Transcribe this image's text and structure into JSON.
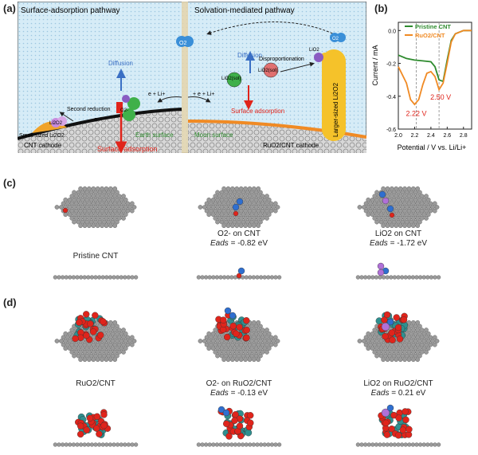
{
  "panel_labels": {
    "a": "(a)",
    "b": "(b)",
    "c": "(c)",
    "d": "(d)"
  },
  "panel_a": {
    "left_title": "Surface-adsorption pathway",
    "right_title": "Solvation-mediated pathway",
    "diffusion_left": "Diffusion",
    "diffusion_right": "Diffusion",
    "disproportionation": "Disproportionation",
    "second_reduction": "Second reduction",
    "small_li2o2": "Small-sized Li2O2",
    "larger_li2o2": "Larger-sized Li2O2",
    "cnt_cathode": "CNT cathode",
    "ruo2_cathode": "RuO2/CNT cathode",
    "earth_surface": "Earth surface",
    "moon_surface": "Moon surface",
    "surface_adsorption_left": "Surface  adsorption",
    "surface_adsorption_right": "Surface  adsorption",
    "o2_label": "O2",
    "o2_minus": "O2-",
    "lio2_label": "LiO2",
    "lio2_sol": "LiO2(sol)",
    "e_minus": "e",
    "electron_li_left": "e + Li+",
    "electron_li_right": "+ e + Li+",
    "li2o2_small": "Li2O2",
    "colors": {
      "green": "#2e8b2e",
      "red": "#e0241b",
      "blue": "#3a6fc4",
      "orange": "#f0a32a"
    }
  },
  "chart_data": {
    "type": "line",
    "title": "",
    "xlabel": "Potential / V vs. Li/Li+",
    "ylabel": "Current / mA",
    "xlim": [
      2.0,
      2.9
    ],
    "ylim": [
      -0.6,
      0.05
    ],
    "xticks": [
      "2.0",
      "2.2",
      "2.4",
      "2.6",
      "2.8"
    ],
    "yticks": [
      "0.0",
      "-0.2",
      "-0.4",
      "-0.6"
    ],
    "legend_position": "top-right",
    "series": [
      {
        "name": "Pristine CNT",
        "color": "#2e8b2e",
        "x": [
          2.0,
          2.1,
          2.2,
          2.3,
          2.4,
          2.45,
          2.5,
          2.55,
          2.6,
          2.65,
          2.7,
          2.8,
          2.9
        ],
        "y": [
          -0.15,
          -0.17,
          -0.18,
          -0.185,
          -0.19,
          -0.22,
          -0.3,
          -0.31,
          -0.18,
          -0.06,
          -0.02,
          0.0,
          0.0
        ]
      },
      {
        "name": "RuO2/CNT",
        "color": "#f08a24",
        "x": [
          2.0,
          2.1,
          2.15,
          2.2,
          2.25,
          2.3,
          2.35,
          2.4,
          2.45,
          2.5,
          2.55,
          2.6,
          2.65,
          2.7,
          2.8,
          2.9
        ],
        "y": [
          -0.22,
          -0.32,
          -0.42,
          -0.45,
          -0.42,
          -0.33,
          -0.26,
          -0.25,
          -0.28,
          -0.36,
          -0.32,
          -0.2,
          -0.07,
          -0.02,
          0.0,
          0.0
        ]
      }
    ],
    "annotations": [
      "2.22 V",
      "2.50 V"
    ],
    "dashed_lines_x": [
      2.22,
      2.5
    ]
  },
  "panel_c": {
    "captions": [
      {
        "line1": "Pristine CNT",
        "line2": ""
      },
      {
        "line1": "O2- on CNT",
        "line2_label": "Eads",
        "line2_value": "= -0.82 eV"
      },
      {
        "line1": "LiO2 on CNT",
        "line2_label": "Eads",
        "line2_value": "= -1.72 eV"
      }
    ]
  },
  "panel_d": {
    "captions": [
      {
        "line1": "RuO2/CNT",
        "line2": ""
      },
      {
        "line1": "O2- on RuO2/CNT",
        "line2_label": "Eads",
        "line2_value": "= -0.13 eV"
      },
      {
        "line1": "LiO2 on RuO2/CNT",
        "line2_label": "Eads",
        "line2_value": "= 0.21 eV"
      }
    ]
  }
}
